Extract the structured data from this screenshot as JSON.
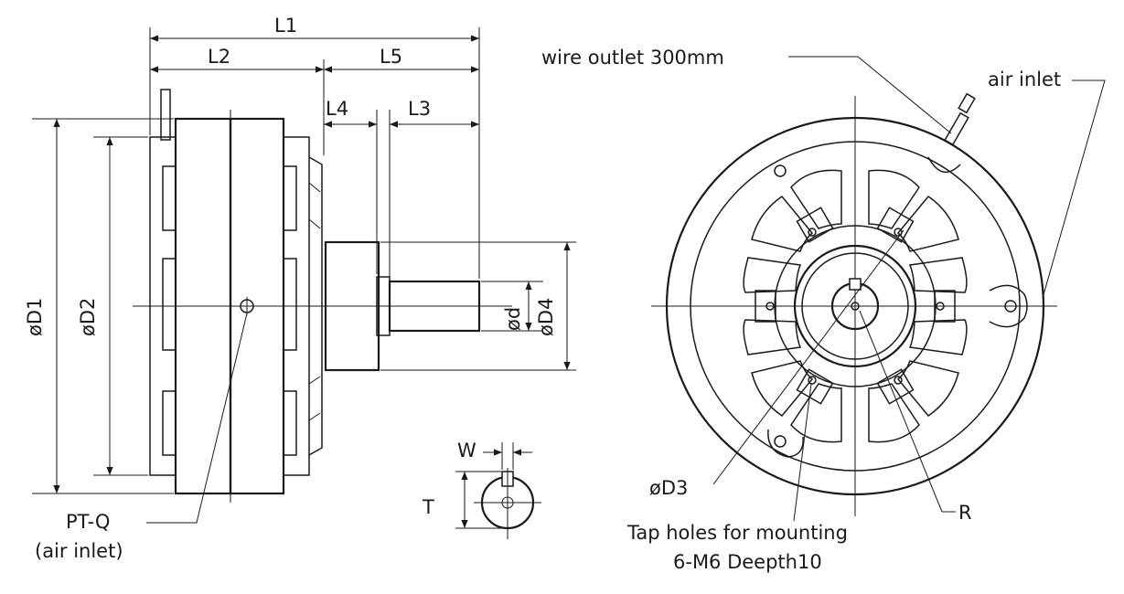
{
  "dimensions": {
    "L1": "L1",
    "L2": "L2",
    "L3": "L3",
    "L4": "L4",
    "L5": "L5",
    "D1": "øD1",
    "D2": "øD2",
    "D3": "øD3",
    "D4": "øD4",
    "d": "ød",
    "W": "W",
    "T": "T",
    "R": "R"
  },
  "callouts": {
    "pt_q": "PT-Q",
    "pt_q_note": "(air inlet)",
    "wire_outlet": "wire outlet 300mm",
    "air_inlet": "air inlet",
    "tap_holes_line1": "Tap holes for mounting",
    "tap_holes_line2": "6-M6 Deepth10"
  }
}
